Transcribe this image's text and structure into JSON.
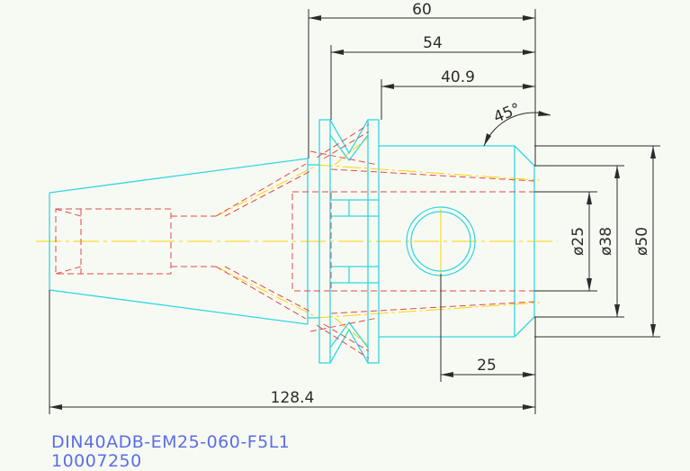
{
  "drawing": {
    "dimensions": {
      "length_60": "60",
      "length_54": "54",
      "length_40_9": "40.9",
      "angle": "45°",
      "diameter_25": "ø25",
      "diameter_38": "ø38",
      "diameter_50": "ø50",
      "length_25": "25",
      "overall_length": "128.4"
    },
    "part_code": "DIN40ADB-EM25-060-F5L1",
    "part_number": "10007250"
  },
  "colors": {
    "outline": "#33d6e0",
    "hidden": "#e0484a",
    "center": "#ffd400",
    "dimension": "#2b2b2b",
    "caption": "#5b6de8",
    "background": "#f7faf3"
  }
}
